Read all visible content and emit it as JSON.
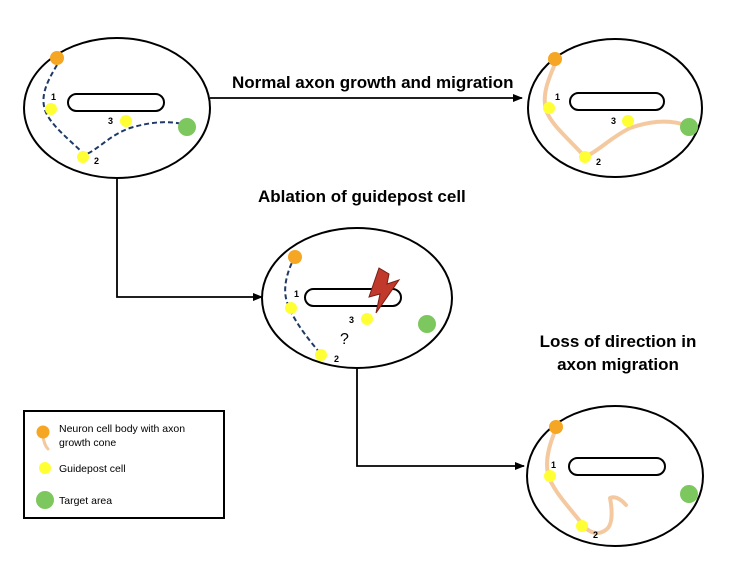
{
  "titles": {
    "normal": "Normal axon growth and migration",
    "ablation": "Ablation of guidepost cell",
    "loss_line1": "Loss of direction in",
    "loss_line2": "axon migration"
  },
  "guidepost_labels": {
    "one": "1",
    "two": "2",
    "three": "3"
  },
  "question_mark": "?",
  "legend": {
    "neuron_line1": "Neuron cell body with axon",
    "neuron_line2": "growth cone",
    "guidepost": "Guidepost cell",
    "target": "Target area"
  },
  "colors": {
    "neuron": "#f5a623",
    "guidepost": "#ffff33",
    "target": "#7dc75f",
    "axon": "#f4c9a0",
    "dashed_path": "#1f3a66",
    "lightning": "#c0392b"
  },
  "icons": {
    "ablation": "lightning-bolt-icon"
  }
}
